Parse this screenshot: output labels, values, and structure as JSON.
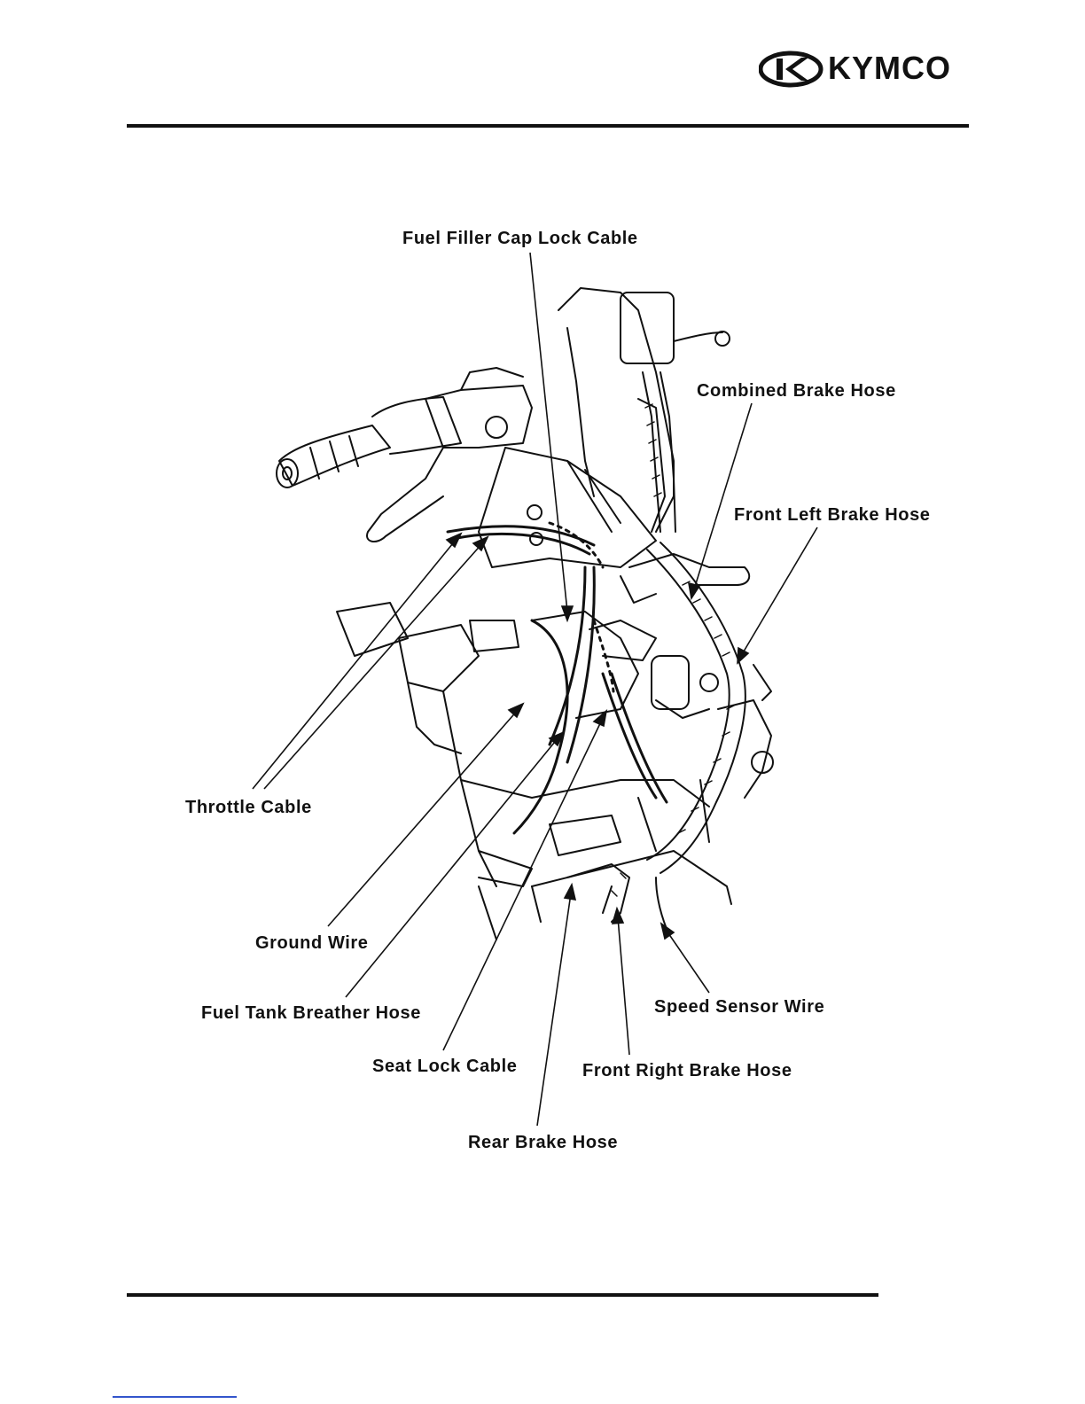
{
  "brand": {
    "name": "KYMCO",
    "logo_icon": "kymco-logo-icon"
  },
  "labels": {
    "fuel_filler_cap_lock_cable": "Fuel Filler Cap Lock Cable",
    "combined_brake_hose": "Combined Brake Hose",
    "front_left_brake_hose": "Front Left Brake Hose",
    "throttle_cable": "Throttle Cable",
    "ground_wire": "Ground Wire",
    "fuel_tank_breather_hose": "Fuel Tank Breather Hose",
    "seat_lock_cable": "Seat Lock Cable",
    "rear_brake_hose": "Rear Brake Hose",
    "front_right_brake_hose": "Front Right Brake Hose",
    "speed_sensor_wire": "Speed Sensor Wire"
  },
  "colors": {
    "ink": "#111111",
    "link": "#3355cc"
  }
}
